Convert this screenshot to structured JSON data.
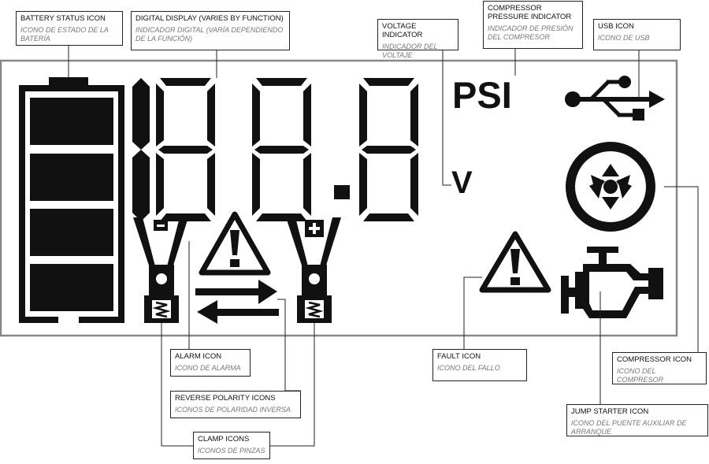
{
  "display": {
    "digits": "188.8",
    "unit_psi": "PSI",
    "unit_volts": "V",
    "clamp_minus": "-",
    "clamp_plus": "+",
    "alarm_mark": "!",
    "fault_mark": "!"
  },
  "icons": {
    "battery": "battery-icon",
    "usb": "usb-icon",
    "tire": "tire-icon",
    "engine": "engine-icon",
    "alarm": "warning-triangle-icon",
    "fault": "warning-triangle-icon",
    "arrows": "reverse-arrows-icon",
    "clamps": "clamp-icon"
  },
  "colors": {
    "lcd_segment": "#111111",
    "panel_border": "#888888"
  },
  "callouts": {
    "battery": {
      "en": "BATTERY STATUS ICON",
      "es": "ICONO DE ESTADO DE LA BATERÍA"
    },
    "digital": {
      "en": "DIGITAL DISPLAY (VARIES BY FUNCTION)",
      "es": "INDICADOR DIGITAL (VARÍA DEPENDIENDO DE LA FUNCIÓN)"
    },
    "voltage": {
      "en": "VOLTAGE INDICATOR",
      "es": "INDICADOR DEL VOLTAJE"
    },
    "pressure": {
      "en": "COMPRESSOR PRESSURE INDICATOR",
      "es": "INDICADOR DE PRESIÓN DEL COMPRESOR"
    },
    "usb": {
      "en": "USB ICON",
      "es": "ICONO DE USB"
    },
    "alarm": {
      "en": "ALARM ICON",
      "es": "ICONO DE ALARMA"
    },
    "reverse": {
      "en": "REVERSE POLARITY ICONS",
      "es": "ICONOS DE POLARIDAD INVERSA"
    },
    "clamp": {
      "en": "CLAMP ICONS",
      "es": "ICONOS DE PINZAS"
    },
    "fault": {
      "en": "FAULT ICON",
      "es": "ICONO DEL FALLO"
    },
    "compressor": {
      "en": "COMPRESSOR ICON",
      "es": "ICONO DEL COMPRESOR"
    },
    "jump": {
      "en": "JUMP STARTER ICON",
      "es": "ICONO DEL PUENTE AUXILIAR DE ARRANQUE"
    }
  }
}
